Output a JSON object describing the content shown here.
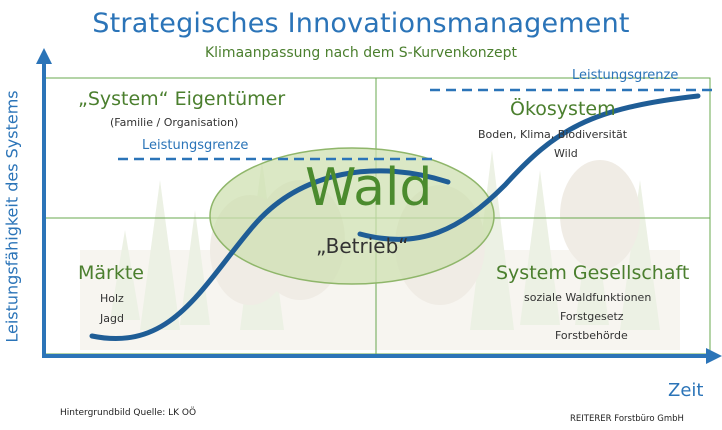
{
  "title": "Strategisches Innovationsmanagement",
  "subtitle": "Klimaanpassung nach dem S-Kurvenkonzept",
  "y_axis_label": "Leistungsfähigkeit des Systems",
  "x_axis_label": "Zeit",
  "quadrants": {
    "top_left": {
      "heading": "„System“ Eigentümer",
      "lines": [
        "(Familie / Organisation)"
      ]
    },
    "top_right": {
      "heading": "Ökosystem",
      "lines": [
        "Boden, Klima, Biodiversität",
        "Wild"
      ]
    },
    "bottom_left": {
      "heading": "Märkte",
      "lines": [
        "Holz",
        "Jagd"
      ]
    },
    "bottom_right": {
      "heading": "System Gesellschaft",
      "lines": [
        "soziale Waldfunktionen",
        "Forstgesetz",
        "Forstbehörde"
      ]
    }
  },
  "center": {
    "heading": "Wald",
    "sub": "„Betrieb“"
  },
  "limits": {
    "lower": "Leistungsgrenze",
    "upper": "Leistungsgrenze"
  },
  "source_note": "Hintergrundbild Quelle: LK OÖ",
  "credit": "REITERER Forstbüro GmbH",
  "colors": {
    "blue": "#2b74b8",
    "dark_blue": "#1f5d96",
    "green": "#4b7f2e",
    "ellipse_fill": "#cfe0b2",
    "grid_green": "#6aa84f"
  }
}
